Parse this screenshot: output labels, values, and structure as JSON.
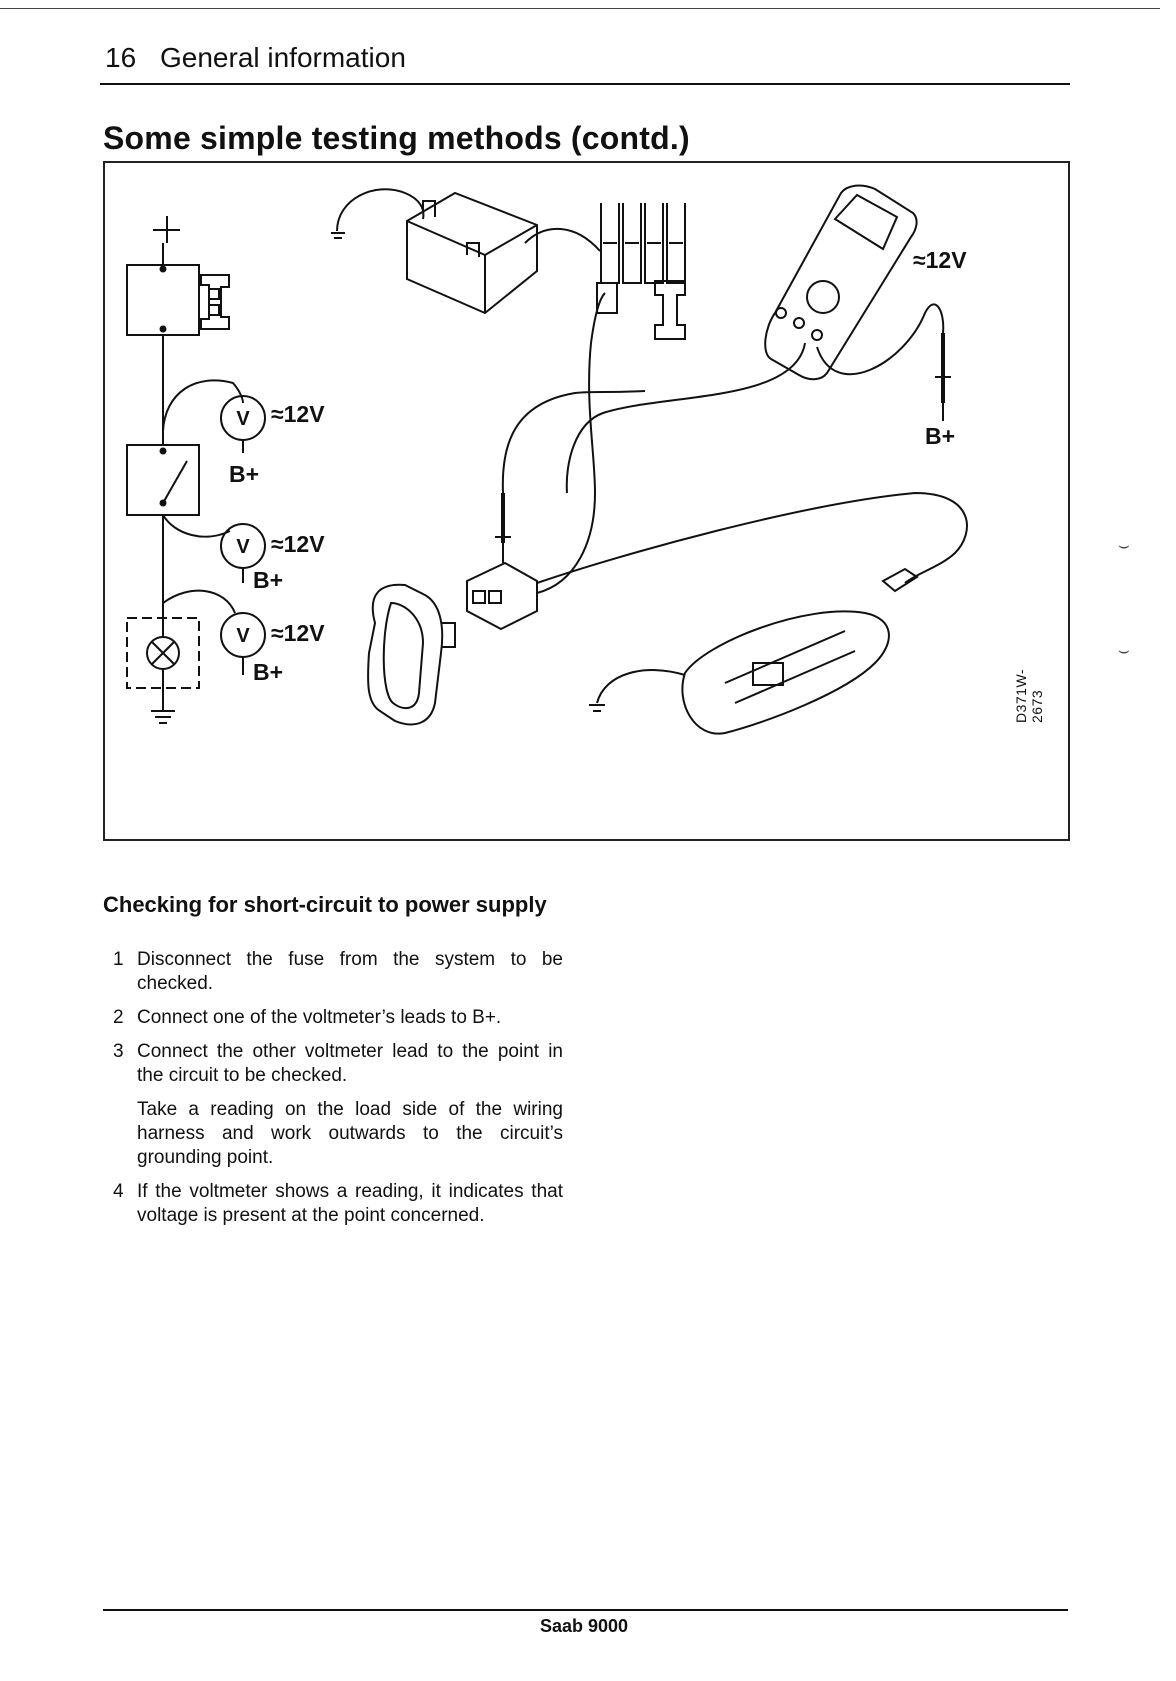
{
  "header": {
    "page_number": "16",
    "section": "General information"
  },
  "title": "Some simple testing methods (contd.)",
  "figure": {
    "plus_symbol": "+",
    "labels": {
      "v1_reading": "≈12V",
      "v1_ref": "B+",
      "v2_reading": "≈12V",
      "v2_ref": "B+",
      "v3_reading": "≈12V",
      "v3_ref": "B+",
      "meter_reading": "≈12V",
      "probe_ref": "B+",
      "voltmeter_symbol": "V"
    },
    "code": "D371W-2673"
  },
  "section": {
    "heading": "Checking for short-circuit to power supply",
    "steps": [
      {
        "num": "1",
        "text": "Disconnect the fuse from the system to be checked."
      },
      {
        "num": "2",
        "text": "Connect one of the voltmeter’s leads to B+."
      },
      {
        "num": "3",
        "text": "Connect the other voltmeter lead to the point in the circuit to be checked."
      },
      {
        "num": "",
        "text": "Take a reading on the load side of the wiring harness and work outwards to the circuit’s grounding point."
      },
      {
        "num": "4",
        "text": "If the voltmeter shows a reading, it indicates that voltage is present at the point concerned."
      }
    ]
  },
  "footer": {
    "model": "Saab 9000"
  }
}
